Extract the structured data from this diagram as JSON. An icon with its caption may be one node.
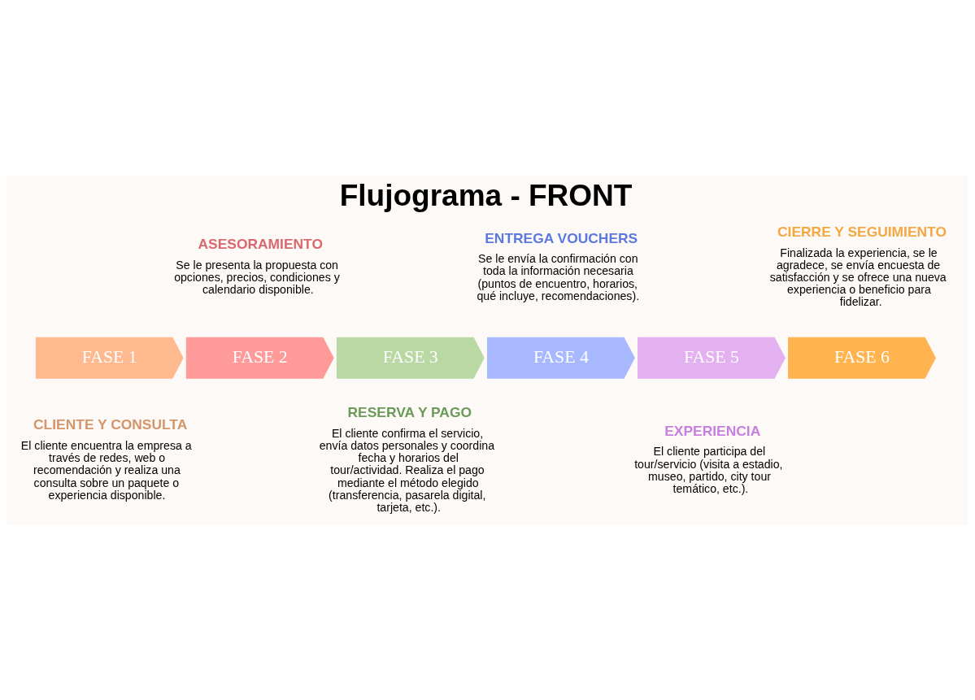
{
  "diagram": {
    "title": "Flujograma - FRONT",
    "nodes": [
      {
        "text": [
          "FASE 1"
        ],
        "beside": [
          "CLIENTE Y CONSULTA",
          "El cliente encuentra la empresa a través de redes, web o recomendación y realiza una consulta sobre un paquete o experiencia disponible."
        ]
      },
      {
        "text": [
          "FASE 2"
        ],
        "beside": [
          "ASESORAMIENTO",
          "Se le presenta la propuesta con opciones, precios, condiciones y calendario disponible."
        ]
      },
      {
        "text": [
          "FASE 3"
        ],
        "beside": [
          "RESERVA Y PAGO",
          "El cliente confirma el servicio, envía datos personales y coordina fecha y horarios del tour/actividad. Realiza el pago mediante el método elegido (transferencia, pasarela digital, tarjeta, etc.)."
        ]
      },
      {
        "text": [
          "FASE 4"
        ],
        "beside": [
          "ENTREGA VOUCHERS",
          "Se le envía la confirmación con toda la información necesaria (puntos de encuentro, horarios, qué incluye, recomendaciones)."
        ]
      },
      {
        "text": [
          "FASE 5"
        ],
        "beside": [
          "EXPERIENCIA",
          "El cliente participa del tour/servicio (visita a estadio, museo, partido, city tour temático, etc.)."
        ]
      },
      {
        "text": [
          "FASE 6"
        ],
        "beside": [
          "CIERRE Y SEGUIMIENTO",
          "Finalizada la experiencia, se le agradece, se envía encuesta de satisfacción y se ofrece una nueva experiencia o beneficio para fidelizar."
        ]
      }
    ],
    "edges": []
  }
}
